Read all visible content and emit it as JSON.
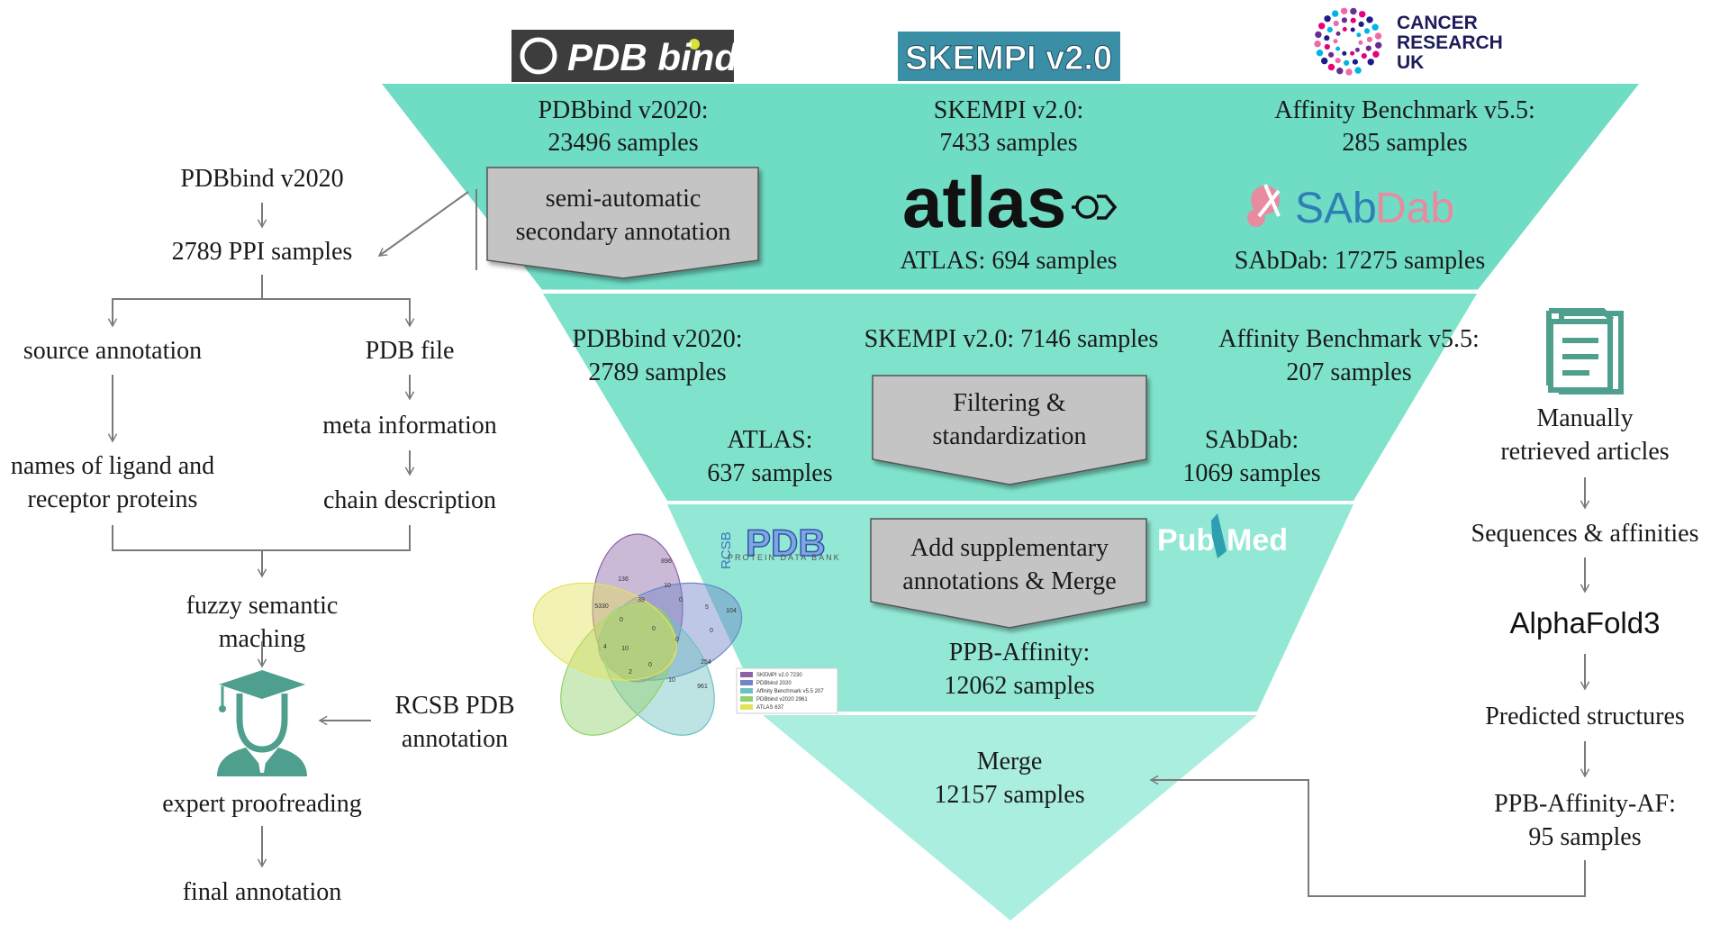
{
  "colors": {
    "tier1": "#6fdcc4",
    "tier2": "#7fe3cc",
    "tier3": "#92e8d5",
    "tier4": "#a9eedf",
    "box": "#c4c4c4",
    "arrow": "#7a7a7a",
    "person": "#4e9f8e",
    "pdbbind_bg": "#3d3d3d",
    "skempi_bg": "#3a8fa6",
    "sabdab_pink": "#e88aa0",
    "sabdab_blue": "#2f7fb4",
    "pdb_blue": "#3f6fbf",
    "pubmed_teal": "#2e9fb0"
  },
  "logos": {
    "pdbbind": "PDB bind",
    "skempi": "SKEMPI v2.0",
    "cancer_line1": "CANCER",
    "cancer_line2": "RESEARCH",
    "cancer_line3": "UK",
    "atlas": "atlas",
    "sabdab_sab": "SAb",
    "sabdab_dab": "Dab",
    "rcsb_pdb": "PDB",
    "rcsb_sub": "PROTEIN DATA BANK",
    "rcsb_vertical": "RCSB",
    "pubmed_pub": "Pub",
    "pubmed_med": "Med",
    "alphafold": "AlphaFold3"
  },
  "pyramid": {
    "top": {
      "pdbbind": [
        "PDBbind v2020:",
        "23496 samples"
      ],
      "skempi": [
        "SKEMPI v2.0:",
        "7433 samples"
      ],
      "affinity": [
        "Affinity Benchmark v5.5:",
        "285 samples"
      ],
      "atlas": "ATLAS: 694 samples",
      "sabdab": "SAbDab: 17275 samples"
    },
    "semi_box": [
      "semi-automatic",
      "secondary annotation"
    ],
    "second": {
      "pdbbind": [
        "PDBbind v2020:",
        "2789 samples"
      ],
      "skempi": "SKEMPI v2.0: 7146 samples",
      "affinity": [
        "Affinity Benchmark v5.5:",
        "207 samples"
      ],
      "atlas": [
        "ATLAS:",
        "637 samples"
      ],
      "sabdab": [
        "SAbDab:",
        "1069 samples"
      ]
    },
    "filter_box": [
      "Filtering &",
      "standardization"
    ],
    "merge_box": [
      "Add supplementary",
      "annotations & Merge"
    ],
    "ppb": [
      "PPB-Affinity:",
      "12062 samples"
    ],
    "merge": [
      "Merge",
      "12157 samples"
    ]
  },
  "left": {
    "pdbbind": "PDBbind v2020",
    "ppi": "2789 PPI samples",
    "source": "source annotation",
    "pdbfile": "PDB file",
    "meta": "meta information",
    "names": [
      "names of ligand and",
      "receptor proteins"
    ],
    "chain": "chain description",
    "fuzzy": [
      "fuzzy semantic",
      "maching"
    ],
    "rcsb": [
      "RCSB PDB",
      "annotation"
    ],
    "expert": "expert proofreading",
    "final": "final annotation"
  },
  "right": {
    "manual": [
      "Manually",
      "retrieved articles"
    ],
    "seq": "Sequences & affinities",
    "pred": "Predicted structures",
    "ppbaf": [
      "PPB-Affinity-AF:",
      "95 samples"
    ]
  },
  "venn": {
    "numbers": [
      "896",
      "136",
      "10",
      "104",
      "5330",
      "39",
      "0",
      "0",
      "0",
      "5",
      "254",
      "961",
      "10",
      "0",
      "2",
      "10",
      "4",
      "0",
      "0"
    ],
    "legend": [
      "SKEMPI v2.0 7230",
      "PDBbind 2020",
      "Affinity Benchmark v5.5 207",
      "PDBbind v2020 2961",
      "ATLAS 637"
    ],
    "colors": [
      "#8c63a8",
      "#6f85c8",
      "#6cc0c2",
      "#90d06a",
      "#e4e25a"
    ]
  }
}
